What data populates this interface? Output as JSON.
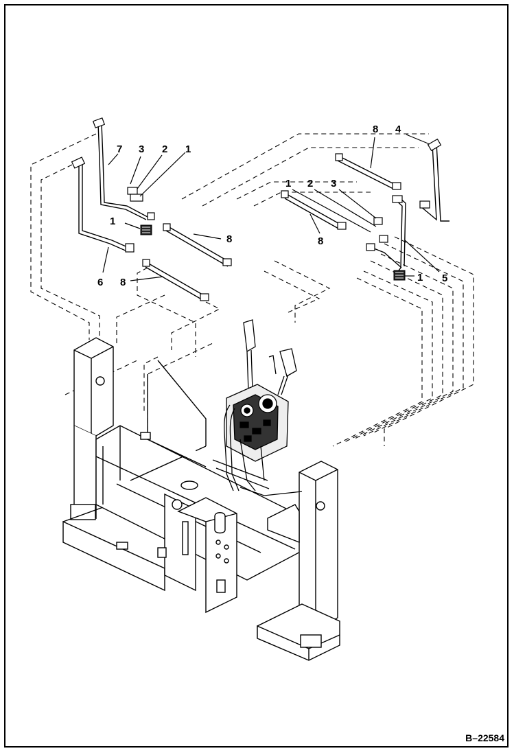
{
  "figure": {
    "id": "B–22584",
    "callouts": [
      {
        "key": "c7",
        "text": "7"
      },
      {
        "key": "c3a",
        "text": "3"
      },
      {
        "key": "c2a",
        "text": "2"
      },
      {
        "key": "c1a",
        "text": "1"
      },
      {
        "key": "c1b",
        "text": "1"
      },
      {
        "key": "c8a",
        "text": "8"
      },
      {
        "key": "c6",
        "text": "6"
      },
      {
        "key": "c8b",
        "text": "8"
      },
      {
        "key": "c8c",
        "text": "8"
      },
      {
        "key": "c4",
        "text": "4"
      },
      {
        "key": "c1c",
        "text": "1"
      },
      {
        "key": "c2b",
        "text": "2"
      },
      {
        "key": "c3b",
        "text": "3"
      },
      {
        "key": "c8d",
        "text": "8"
      },
      {
        "key": "c5",
        "text": "5"
      },
      {
        "key": "c1d",
        "text": "1"
      }
    ]
  },
  "colors": {
    "line": "#000000",
    "background": "#ffffff"
  }
}
